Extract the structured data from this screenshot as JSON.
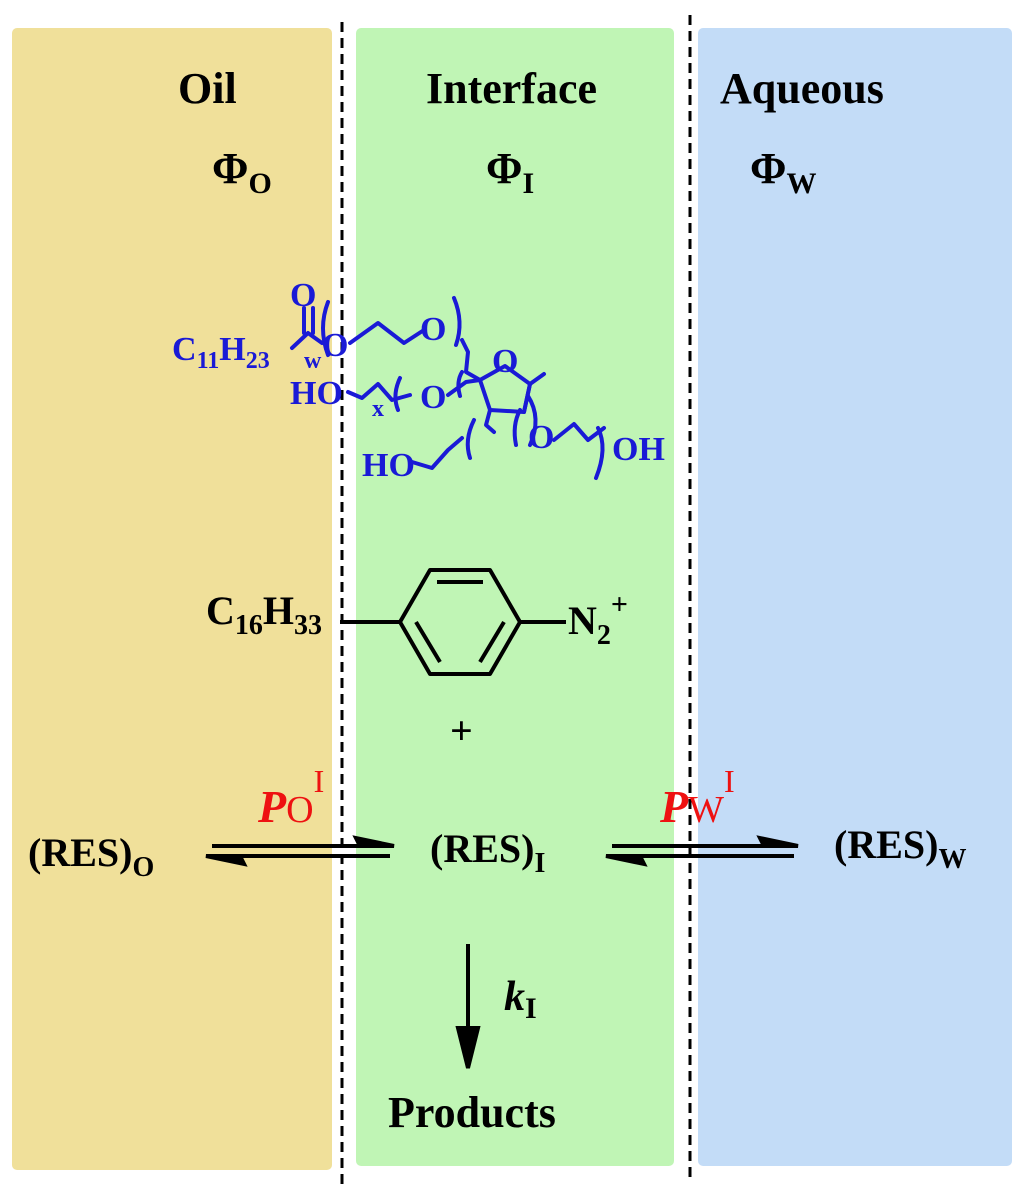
{
  "regions": {
    "oil": {
      "title": "Oil",
      "phi_symbol": "Φ",
      "phi_sub": "O",
      "color": "#f0e09a"
    },
    "interface": {
      "title": "Interface",
      "phi_symbol": "Φ",
      "phi_sub": "I",
      "color": "#c0f5b5"
    },
    "aqueous": {
      "title": "Aqueous",
      "phi_symbol": "Φ",
      "phi_sub": "W",
      "color": "#c3dcf7"
    }
  },
  "surfactant": {
    "color": "#1a1ad6",
    "carbonyl_o": "O",
    "alkyl_main": "C",
    "alkyl_c_sub": "11",
    "alkyl_h": "H",
    "alkyl_h_sub": "23",
    "label_w": "w",
    "ester_o": "O",
    "chain_o_top": "O",
    "ring_o": "O",
    "ho_left": "HO",
    "label_x": "x",
    "o_left": "O",
    "o_right": "O",
    "ho_bottom": "HO",
    "oh_right": "OH"
  },
  "diazonium": {
    "chain_c": "C",
    "chain_c_sub": "16",
    "chain_h": "H",
    "chain_h_sub": "33",
    "group_n": "N",
    "group_n_sub": "2",
    "group_charge": "+"
  },
  "plus_sign": "+",
  "species": {
    "oil_name": "(RES)",
    "oil_sub": "O",
    "interface_name": "(RES)",
    "interface_sub": "I",
    "aqueous_name": "(RES)",
    "aqueous_sub": "W"
  },
  "partition": {
    "color": "#ee1111",
    "oil_symbol": "P",
    "oil_sub": "O",
    "oil_sup": "I",
    "aqueous_symbol": "P",
    "aqueous_sub": "W",
    "aqueous_sup": "I"
  },
  "rate_constant": {
    "symbol": "k",
    "sub": "I"
  },
  "products_label": "Products"
}
